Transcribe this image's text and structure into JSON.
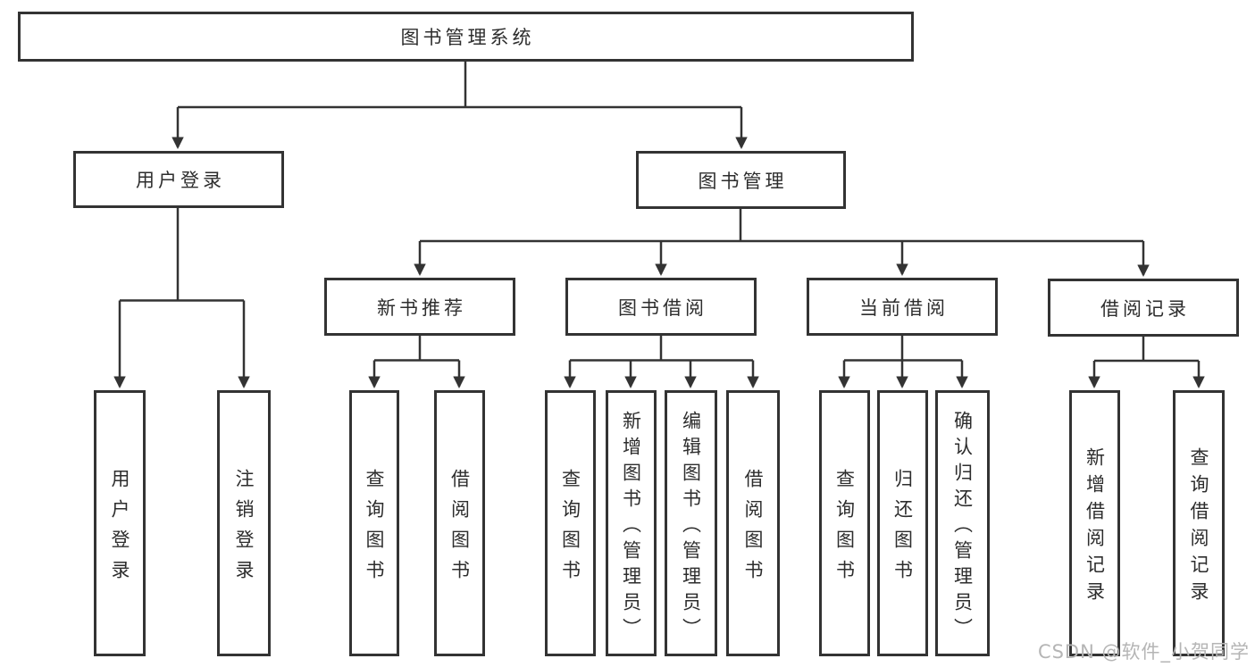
{
  "diagram_title": "图书管理系统",
  "nodes": {
    "root": "图书管理系统",
    "login": "用户登录",
    "mgmt": "图书管理",
    "rec": "新书推荐",
    "borrow": "图书借阅",
    "current": "当前借阅",
    "records": "借阅记录"
  },
  "leaves": {
    "login_user": "用户登录",
    "login_logout": "注销登录",
    "rec_query": "查询图书",
    "rec_borrow": "借阅图书",
    "borrow_query": "查询图书",
    "borrow_add": "新增图书（管理员）",
    "borrow_edit": "编辑图书（管理员）",
    "borrow_borrow": "借阅图书",
    "current_query": "查询图书",
    "current_return": "归还图书",
    "current_confirm": "确认归还（管理员）",
    "records_add": "新增借阅记录",
    "records_query": "查询借阅记录"
  },
  "watermark": "CSDN @软件_小贺同学",
  "colors": {
    "line": "#333333",
    "text": "#2d2d2d",
    "watermark": "#b5b5b5",
    "background": "#ffffff"
  }
}
